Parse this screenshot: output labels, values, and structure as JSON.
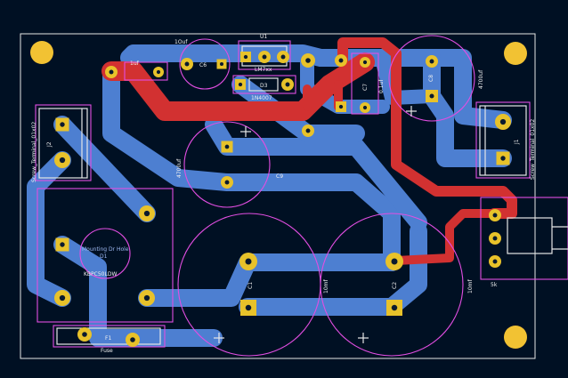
{
  "colors": {
    "background": "#001023",
    "bottom_copper": "#4d7fd1",
    "top_copper": "#d23131",
    "pad_fill": "#e8c22a",
    "drill": "#0a1a2e",
    "silkscreen": "#e6e6e6",
    "fab_outline": "#e24ee2",
    "mounting_hole": "#f2c233"
  },
  "labels": {
    "u1_ref": "U1",
    "u1_value": "LM7xx",
    "d3_ref": "D3",
    "d3_value": "1N4007",
    "c6_ref": "C6",
    "c6_value": "1uf",
    "c5_value": "0.1uf",
    "c7_ref": "C7",
    "c7_value": "0.1uf",
    "c8_ref": "C8",
    "c8_value": "4700uf",
    "c9_ref": "C9",
    "c9_value": "4700uf",
    "c1_ref": "C1",
    "c1_value": "10mf",
    "c2_ref": "C2",
    "c2_value": "10mf",
    "d1_ref": "D1",
    "d1_value": "KBPC50LDW",
    "d1_note": "Mounting Dr Hole",
    "j2_ref": "J2",
    "j2_value": "Screw_Terminal_01x02",
    "j1_ref": "J1",
    "j1_value": "Screw_Terminal_01x02",
    "f1_ref": "F1",
    "f1_value": "Fuse",
    "r_value": "5k",
    "luf_value": "1Ouf"
  }
}
